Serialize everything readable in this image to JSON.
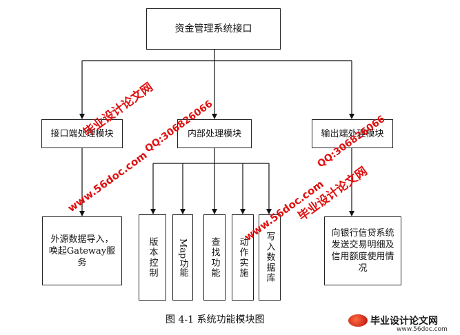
{
  "root": {
    "label": "资金管理系统接口"
  },
  "modules": {
    "interface": "接口端处理模块",
    "internal": "内部处理模块",
    "output": "输出端处理模块"
  },
  "leaves": {
    "external_import": "外源数据导入，唤起Gateway服务",
    "version_control": "版本控制",
    "map_function": "Map功能",
    "search_function": "查找功能",
    "action_impl": "动作实施",
    "write_db": "写入数据库",
    "bank_send": "向银行信贷系统发送交易明细及信用额度使用情况"
  },
  "caption": "图 4-1   系统功能模块图",
  "watermarks": {
    "site_cn": "毕业设计论文网",
    "qq": "QQ:306826066",
    "url": "www.56doc.com"
  },
  "colors": {
    "watermark": "#e01010",
    "line": "#111111"
  }
}
